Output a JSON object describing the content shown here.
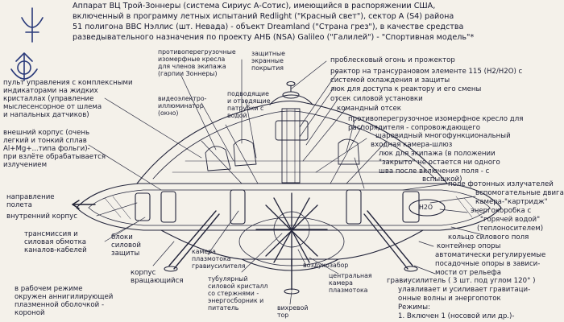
{
  "header": {
    "line1": "Аппарат ВЦ Трой-Зоннеры (система Сириус А-Сотис), имеющийся в распоряжении США,",
    "line2": "включенный в программу летных испытаний Redlight (\"Красный свет\"), сектор А (S4) района",
    "line3": "51 полигона ВВС Нэллис (шт. Невада) - объект Dreamland (\"Страна грез\"), в качестве средства",
    "line4": "разведывательного назначения по проекту АНБ (NSA) Galileo (\"Галилей\") - \"Спортивная модель\"*"
  },
  "labels": {
    "control_panel": "пульт управления с комплексными\nиндикаторами на жидких\nкристаллах (управление\nмыслесенсорное от шлема\nи напальных датчиков)",
    "outer_hull": "внешний корпус (очень\nлегкий и тонкий сплав\nAl+Mg+...типа фольги)-\nпри взлёте обрабатывается\nизлучением",
    "flight_direction": "направление\nполета",
    "inner_hull": "внутренний корпус",
    "transmission": "трансмиссия и\nсиловая обмотка\nканалов-кабелей",
    "protection_blocks": "блоки\nсиловой\nзащиты",
    "rotating_hull": "корпус\nвращающийся",
    "work_mode": "в рабочем режиме\nокружен аннигилирующей\nплазменной оболочкой -\nкороной",
    "seats_pilots": "противоперегрузочные\nизомерфные кресла\nдля членов экипажа\n(гарпии Зоннеры)",
    "protective_screens": "защитные\nэкранные\nпокрытия",
    "video_ilumi": "видеоэлектро-\nиллюминатор\n(окно)",
    "corridors": "подводящие\nи отводящие\nпатрубки с\nводой",
    "beacon": "проблесковый огонь и прожектор",
    "reactor": "реактор на трансурановом элементе 115 (H2/H2O) с",
    "reactor2": "системой охлаждения и защиты",
    "hatch": "люк для доступа к реактору и его смены",
    "power_unit": "отсек силовой установки",
    "command_section": "командный отсек",
    "seat_operator": "противоперегрузочное изомерфное кресло для",
    "seat_operator2": "распорядителя - сопровождающего",
    "sphere": "шаровидный многофункциональный",
    "entry_chamber": "входная камера-шлюз",
    "crew_hatch": "люк для экипажа (в положении",
    "crew_hatch2": "\"закрыто\" не остается ни одного",
    "crew_hatch3": "шва после включения поля - с",
    "crew_hatch4": "вспышкой)",
    "photon_emitters": "поле фотонных излучателей",
    "aux_engines": "вспомогательные двигатели",
    "chamber_cartridge": "камера-\"картридж\"",
    "energy_box": "энергокоробка с",
    "hot_water": "\"горячей водой\"",
    "heat_carrier": "(теплоносителем)",
    "power_ring": "кольцо силового поля",
    "support_container": "контейнер опоры",
    "auto_support": "автоматически регулируемые",
    "landing_supports": "посадочные опоры в зависи-",
    "landing_supports2": "мости от рельефа",
    "plasma_chamber": "камера\nплазмотока\nгравиусилителя",
    "tubular_crystal": "тубулярный\nсиловой кристалл\nсо стержнями -\nэнергосборник и\nпитатель",
    "air_intake": "воздухозабор",
    "central_chamber": "центральная\nкамера\nплазмотока",
    "vortex_torus": "вихревой\nтор",
    "gravity_amplifier": "гравиусилитель ( 3 шт. под углом 120° )",
    "gravity_amplifier2": "улавливает и усиливает гравитаци-",
    "gravity_amplifier3": "онные волны и энергопоток",
    "modes": "Режимы:",
    "mode1": "1. Включен 1 (носовой или др.)-",
    "h2o": "H2O"
  }
}
